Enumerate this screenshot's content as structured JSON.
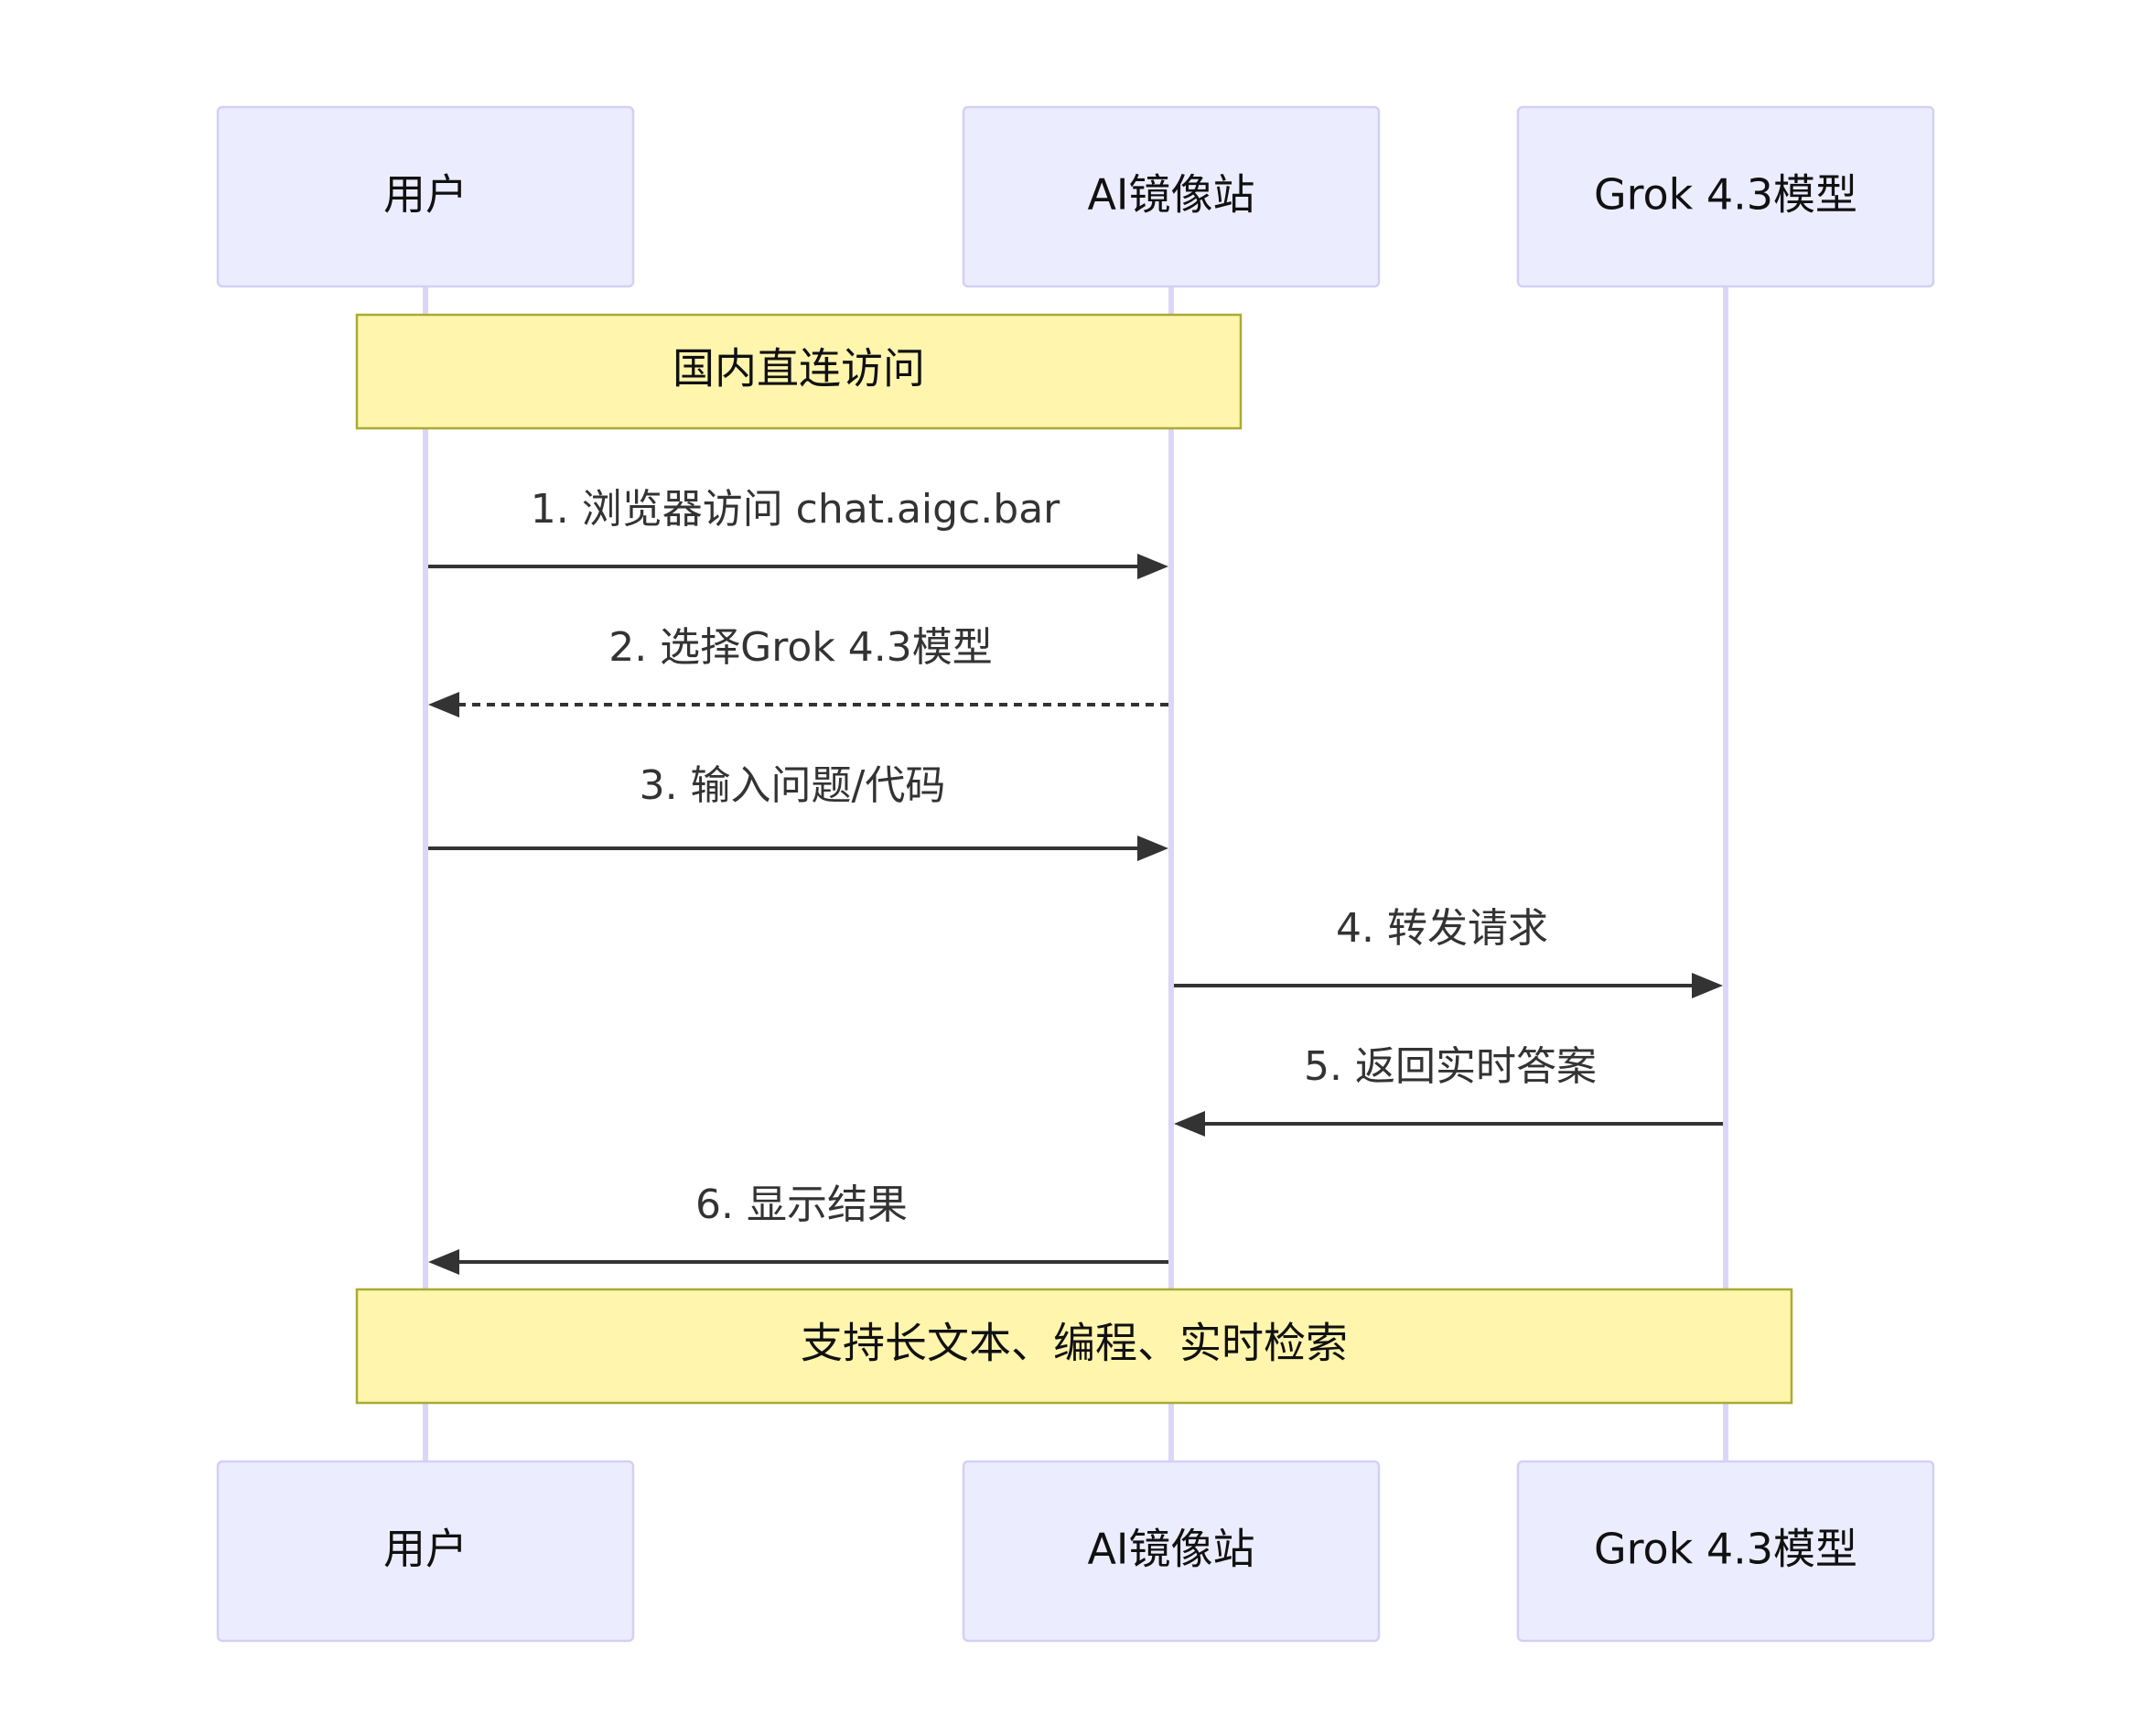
{
  "participants": [
    {
      "id": "user",
      "label": "用户"
    },
    {
      "id": "mirror",
      "label": "AI镜像站"
    },
    {
      "id": "model",
      "label": "Grok 4.3模型"
    }
  ],
  "notes": [
    {
      "text": "国内直连访问",
      "from": "user",
      "to": "mirror"
    },
    {
      "text": "支持长文本、编程、实时检索",
      "from": "user",
      "to": "model"
    }
  ],
  "messages": [
    {
      "text": "1. 浏览器访问 chat.aigc.bar",
      "from": "user",
      "to": "mirror",
      "style": "solid"
    },
    {
      "text": "2. 选择Grok 4.3模型",
      "from": "mirror",
      "to": "user",
      "style": "dashed"
    },
    {
      "text": "3. 输入问题/代码",
      "from": "user",
      "to": "mirror",
      "style": "solid"
    },
    {
      "text": "4. 转发请求",
      "from": "mirror",
      "to": "model",
      "style": "solid"
    },
    {
      "text": "5. 返回实时答案",
      "from": "model",
      "to": "mirror",
      "style": "solid"
    },
    {
      "text": "6. 显示结果",
      "from": "mirror",
      "to": "user",
      "style": "solid"
    }
  ],
  "colors": {
    "actor_fill": "#ececff",
    "actor_border": "#d3d0f4",
    "lifeline": "#ddd5f7",
    "note_fill": "#fff5ad",
    "note_border": "#aaaa33",
    "message": "#333333"
  }
}
